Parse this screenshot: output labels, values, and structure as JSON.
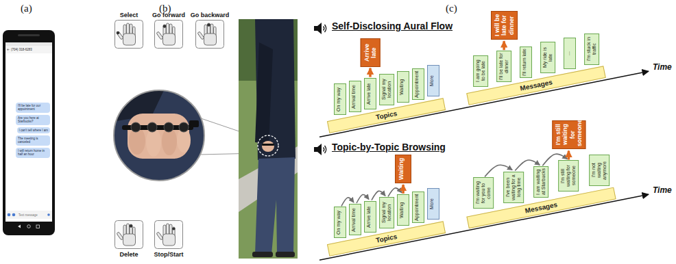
{
  "diagram": {
    "nodes": [
      {
        "text": [
          "I'll be late for our appointment"
        ]
      },
      {
        "text": [
          "Are you here at Starbucks?"
        ]
      },
      {
        "text": [
          "I can't tell where I am"
        ]
      },
      {
        "text": [
          "The meeting is canceled"
        ]
      },
      {
        "text": [
          "I will return home in half an hour"
        ]
      },
      {
        "text": [
          "Topics"
        ]
      },
      {
        "text": [
          "On my way"
        ]
      },
      {
        "text": [
          "Arrival time"
        ]
      },
      {
        "text": [
          "Arrive late"
        ]
      },
      {
        "text": [
          "Signal my location"
        ]
      },
      {
        "text": [
          "Waiting"
        ]
      },
      {
        "text": [
          "Appointment"
        ]
      },
      {
        "text": [
          "More"
        ]
      },
      {
        "text": [
          "Arrive late"
        ]
      },
      {
        "text": [
          "Messages"
        ]
      },
      {
        "text": [
          "I am going to be late"
        ]
      },
      {
        "text": [
          "I'll be late for dinner"
        ]
      },
      {
        "text": [
          "I'll return late"
        ]
      },
      {
        "text": [
          "My ride is late"
        ]
      },
      {
        "text": [
          "..."
        ]
      },
      {
        "text": [
          "I'm stuck in traffic"
        ]
      },
      {
        "text": [
          "I will be late for dinner"
        ]
      },
      {
        "text": [
          "Topics"
        ]
      },
      {
        "text": [
          "On my way"
        ]
      },
      {
        "text": [
          "Arrival time"
        ]
      },
      {
        "text": [
          "Arrive late"
        ]
      },
      {
        "text": [
          "Signal my location"
        ]
      },
      {
        "text": [
          "Waiting"
        ]
      },
      {
        "text": [
          "Appointment"
        ]
      },
      {
        "text": [
          "More"
        ]
      },
      {
        "text": [
          "Waiting"
        ]
      },
      {
        "text": [
          "Messages"
        ]
      },
      {
        "text": [
          "I'm waiting for you to come"
        ]
      },
      {
        "text": [
          "I've been waiting for a long time"
        ]
      },
      {
        "text": [
          "I am waiting at Starbucks"
        ]
      },
      {
        "text": [
          "I'm still waiting for someone"
        ]
      },
      {
        "text": [
          "I'm not waiting anymore"
        ]
      },
      {
        "text": [
          "I'm still waiting for someone"
        ]
      }
    ],
    "edges": [
      {
        "from": 8,
        "to": 13,
        "arrow": "to"
      },
      {
        "from": 16,
        "to": 21,
        "arrow": "to"
      },
      {
        "from": 23,
        "to": 24,
        "arrow": "to"
      },
      {
        "from": 24,
        "to": 25,
        "arrow": "to"
      },
      {
        "from": 25,
        "to": 26,
        "arrow": "to"
      },
      {
        "from": 26,
        "to": 27,
        "arrow": "to"
      },
      {
        "from": 27,
        "to": 30,
        "arrow": "to"
      },
      {
        "from": 32,
        "to": 33,
        "arrow": "to"
      },
      {
        "from": 33,
        "to": 34,
        "arrow": "to"
      },
      {
        "from": 34,
        "to": 35,
        "arrow": "to"
      },
      {
        "from": 35,
        "to": 37,
        "arrow": "to"
      }
    ],
    "labels": [
      "(a)",
      "(b)",
      "(c)",
      "(704) 318-6283",
      "Text message",
      "Select",
      "Go forward",
      "Go backward",
      "Delete",
      "Stop/Start",
      "Self-Disclosing Aural Flow",
      "Time",
      "Topic-by-Topic Browsing",
      "Time"
    ]
  }
}
